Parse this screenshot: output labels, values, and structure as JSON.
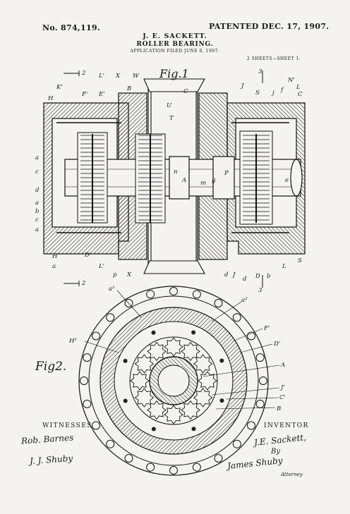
{
  "header": {
    "patent_no": "No. 874,119.",
    "patented": "PATENTED DEC. 17, 1907.",
    "inventor": "J. E. SACKETT.",
    "title": "ROLLER BEARING.",
    "application": "APPLICATION FILED JUNE 8, 1907.",
    "sheets": "2 SHEETS—SHEET 1."
  },
  "figures": {
    "fig1_label": "Fig.1",
    "fig2_label": "Fig2."
  },
  "fig1_letters": {
    "top_left": [
      "K'",
      "H",
      "F'",
      "L'",
      "E'",
      "X",
      "W",
      "B"
    ],
    "top_right": [
      "C",
      "J",
      "S",
      "j",
      "f",
      "N'",
      "L",
      "C"
    ],
    "left_side": [
      "a",
      "c",
      "d",
      "a",
      "b",
      "c",
      "a"
    ],
    "center": [
      "A",
      "m",
      "g",
      "n",
      "P",
      "e",
      "T",
      "U"
    ],
    "bottom": [
      "H",
      "a",
      "D'",
      "L'",
      "p",
      "X",
      "d",
      "J",
      "d",
      "D",
      "b",
      "L",
      "S"
    ],
    "section_marks": [
      "2",
      "2",
      "3",
      "3"
    ]
  },
  "fig2_letters": [
    "a²",
    "a³",
    "H²",
    "F'",
    "D'",
    "A",
    "J'",
    "C'",
    "B"
  ],
  "signatures": {
    "witnesses_label": "WITNESSES",
    "inventor_label": "INVENTOR",
    "witness_1": "Rob. Barnes",
    "witness_2": "J. J. Shuby",
    "inventor_sig": "J.E. Sackett,",
    "by": "By",
    "attorney_sig": "James Shuby",
    "attorney_label": "Attorney"
  }
}
